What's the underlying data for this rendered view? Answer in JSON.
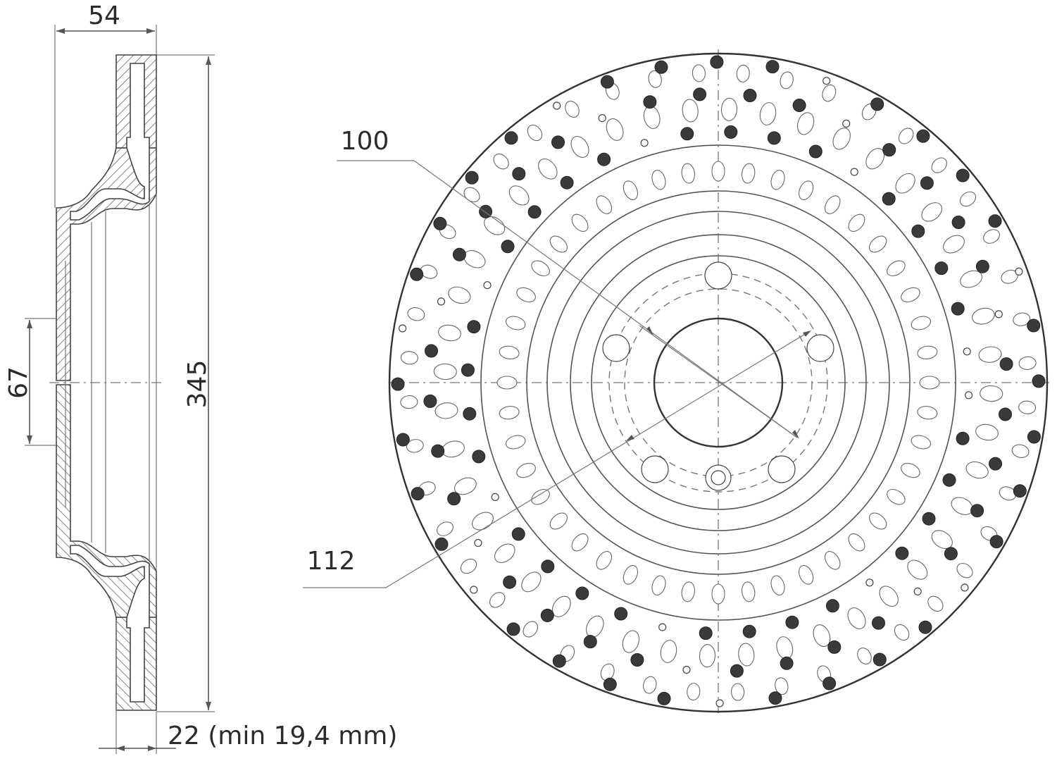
{
  "dimensions": {
    "width_top": "54",
    "height_right": "345",
    "hub_bore": "67",
    "thickness": "22 (min 19,4 mm)",
    "pcd": "100",
    "center_bore": "112"
  }
}
